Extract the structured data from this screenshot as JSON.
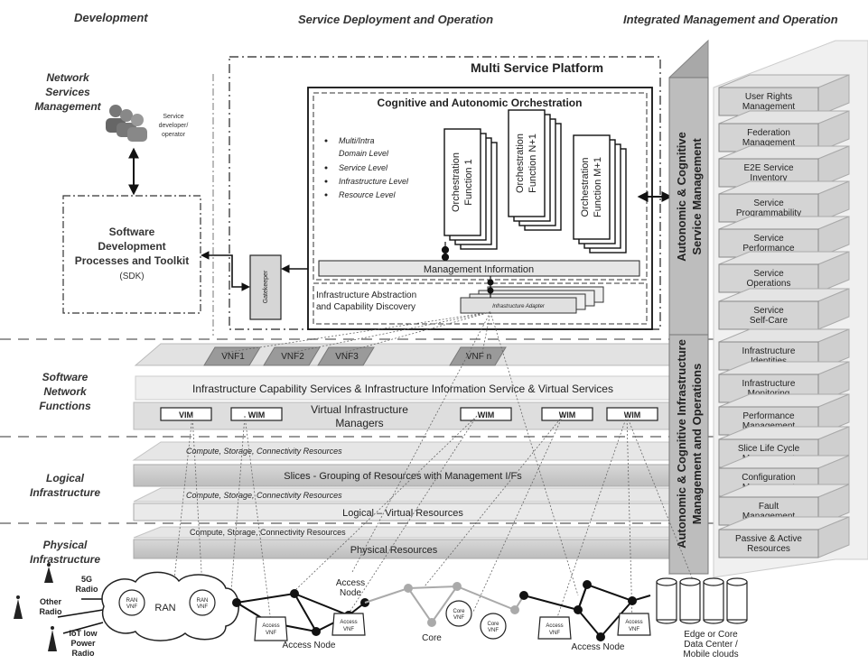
{
  "columns": {
    "development": "Development",
    "service_deployment": "Service Deployment and Operation",
    "integrated_mgmt": "Integrated Management and Operation"
  },
  "left_labels": {
    "nsm": [
      "Network",
      "Services",
      "Management"
    ],
    "snf": [
      "Software",
      "Network",
      "Functions"
    ],
    "logical": [
      "Logical",
      "Infrastructure"
    ],
    "physical": [
      "Physical",
      "Infrastructure"
    ]
  },
  "actor": {
    "lines": [
      "Service",
      "developer/",
      "operator"
    ]
  },
  "sdk": {
    "lines": [
      "Software",
      "Development",
      "Processes and Toolkit",
      "(SDK)"
    ]
  },
  "gatekeeper": "Gatekeeper",
  "msp": {
    "title": "Multi Service Platform"
  },
  "cao": {
    "title": "Cognitive and Autonomic Orchestration",
    "levels": [
      "Multi/Intra",
      "Domain Level",
      "Service Level",
      "Infrastructure Level",
      "Resource Level"
    ],
    "functions": [
      {
        "lines": [
          "Orchestration",
          "Function 1"
        ]
      },
      {
        "lines": [
          "Orchestration",
          "Function N+1"
        ]
      },
      {
        "lines": [
          "Orchestration",
          "Function M+1"
        ]
      }
    ]
  },
  "mgmt_info": "Management Information",
  "infra_abs": {
    "lines": [
      "Infrastructure Abstraction",
      "and Capability Discovery"
    ],
    "adapter": "Infrastructure Adapter"
  },
  "vnfs": [
    "VNF1",
    "VNF2",
    "VNF3",
    "VNF n"
  ],
  "icservices": "Infrastructure Capability Services & Infrastructure Information Service & Virtual Services",
  "vims": [
    "VIM",
    "WIM",
    "WIM",
    "WIM",
    "WIM"
  ],
  "vim_mgr": [
    "Virtual Infrastructure",
    "Managers"
  ],
  "csc": "Compute, Storage, Connectivity Resources",
  "slices": "Slices - Grouping of Resources with Management I/Fs",
  "csc2": "Compute, Storage, Connectivity Resources",
  "logical_virtual": "Logical – Virtual Resources",
  "csc3": "Compute, Storage, Connectivity Resources",
  "physical_res": "Physical Resources",
  "acsm": [
    "Autonomic & Cognitive",
    "Service Management"
  ],
  "acim": [
    "Autonomic & Cognitive Infrastructure",
    "Management and Operations"
  ],
  "right_boxes": [
    [
      "User Rights",
      "Management"
    ],
    [
      "Federation",
      "Management"
    ],
    [
      "E2E Service",
      "Inventory"
    ],
    [
      "Service",
      "Programmability"
    ],
    [
      "Service",
      "Performance"
    ],
    [
      "Service",
      "Operations"
    ],
    [
      "Service",
      "Self-Care"
    ],
    [
      "Infrastructure",
      "Identities"
    ],
    [
      "Infrastructure",
      "Monitoring"
    ],
    [
      "Performance",
      "Management"
    ],
    [
      "Slice Life Cycle",
      "Management"
    ],
    [
      "Configuration",
      "Management"
    ],
    [
      "Fault",
      "Management"
    ],
    [
      "Passive & Active",
      "Resources"
    ]
  ],
  "bottom": {
    "radio5g": [
      "5G",
      "Radio"
    ],
    "other_radio": [
      "Other",
      "Radio"
    ],
    "iot": [
      "IoT low",
      "Power",
      "Radio"
    ],
    "ran": "RAN",
    "ran_vnf": [
      "RAN",
      "VNF"
    ],
    "access_node": "Access Node",
    "access_node2": [
      "Access",
      "Node"
    ],
    "access_vnf": [
      "Access",
      "VNF"
    ],
    "core_vnf": [
      "Core",
      "VNF"
    ],
    "core": "Core",
    "access_node3": "Access Node",
    "dc": [
      "Edge or Core",
      "Data Center /",
      "Mobile clouds"
    ]
  }
}
